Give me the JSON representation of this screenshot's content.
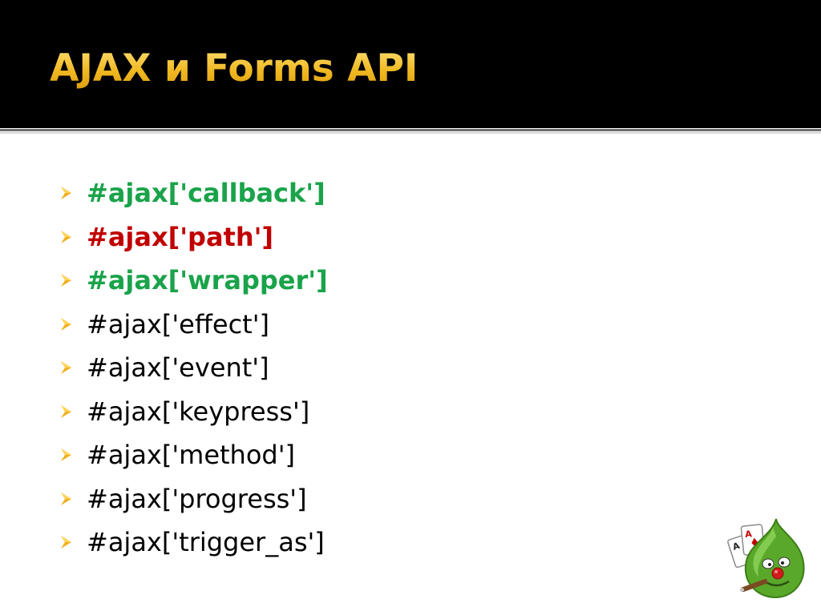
{
  "slide": {
    "title": "AJAX и Forms API",
    "title_color": "#f2c231",
    "bullet_arrow_color": "#f0b020",
    "bullets": [
      {
        "text": "#ajax['callback']",
        "color": "#1aa34a",
        "weight": "bold"
      },
      {
        "text": "#ajax['path']",
        "color": "#c00000",
        "weight": "bold"
      },
      {
        "text": "#ajax['wrapper']",
        "color": "#1aa34a",
        "weight": "bold"
      },
      {
        "text": "#ajax['effect']",
        "color": "#000000",
        "weight": "normal"
      },
      {
        "text": "#ajax['event']",
        "color": "#000000",
        "weight": "normal"
      },
      {
        "text": "#ajax['keypress']",
        "color": "#000000",
        "weight": "normal"
      },
      {
        "text": "#ajax['method']",
        "color": "#000000",
        "weight": "normal"
      },
      {
        "text": "#ajax['progress']",
        "color": "#000000",
        "weight": "normal"
      },
      {
        "text": "#ajax['trigger_as']",
        "color": "#000000",
        "weight": "normal"
      }
    ],
    "logo_icon": "drupal-drop-with-playing-cards-icon"
  }
}
